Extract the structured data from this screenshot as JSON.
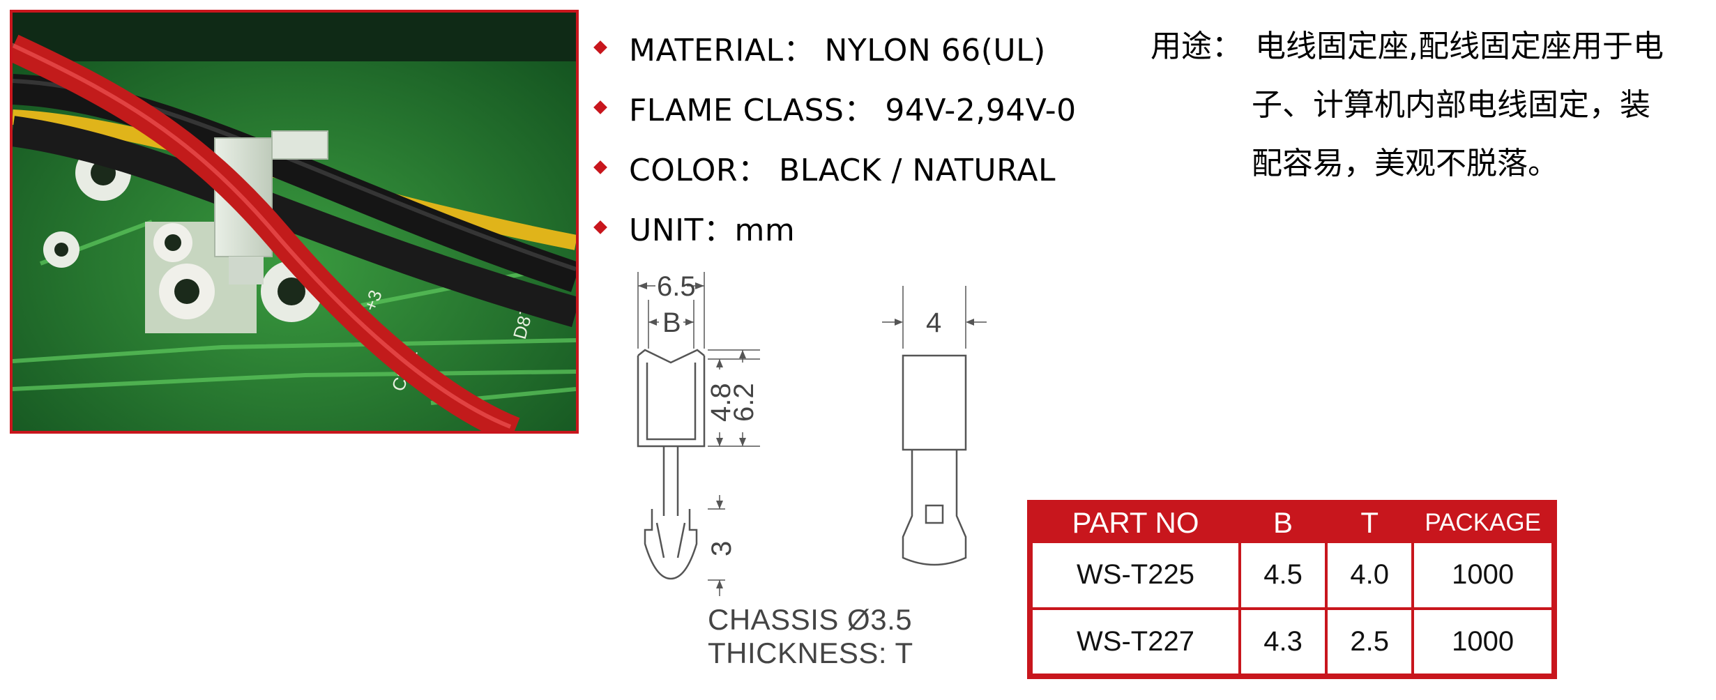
{
  "specs": [
    {
      "label": "MATERIAL",
      "sep": "：",
      "value": "NYLON 66(UL)"
    },
    {
      "label": "FLAME CLASS",
      "sep": "：",
      "value": "94V-2,94V-0"
    },
    {
      "label": "COLOR",
      "sep": "：",
      "value": "BLACK / NATURAL"
    },
    {
      "label": "UNIT",
      "sep": "：",
      "value": "mm"
    }
  ],
  "usage": {
    "label": "用途：",
    "lines": [
      "电线固定座,配线固定座用于电",
      "子、计算机内部电线固定，装",
      "配容易，美观不脱落。"
    ]
  },
  "drawing": {
    "dims": {
      "width_total": "6.5",
      "width_inner": "B",
      "height_inner": "4.8",
      "height_total": "6.2",
      "leg": "3",
      "side_width": "4"
    },
    "chassis_line1": "CHASSIS  Ø3.5",
    "chassis_line2": "THICKNESS: T"
  },
  "photo": {
    "pcb_labels": [
      "C302",
      "D875",
      "+3"
    ]
  },
  "table": {
    "headers": [
      "PART NO",
      "B",
      "T",
      "PACKAGE"
    ],
    "rows": [
      [
        "WS-T225",
        "4.5",
        "4.0",
        "1000"
      ],
      [
        "WS-T227",
        "4.3",
        "2.5",
        "1000"
      ]
    ]
  },
  "colors": {
    "accent": "#c8161d",
    "pcb_green": "#1d6a2a"
  }
}
